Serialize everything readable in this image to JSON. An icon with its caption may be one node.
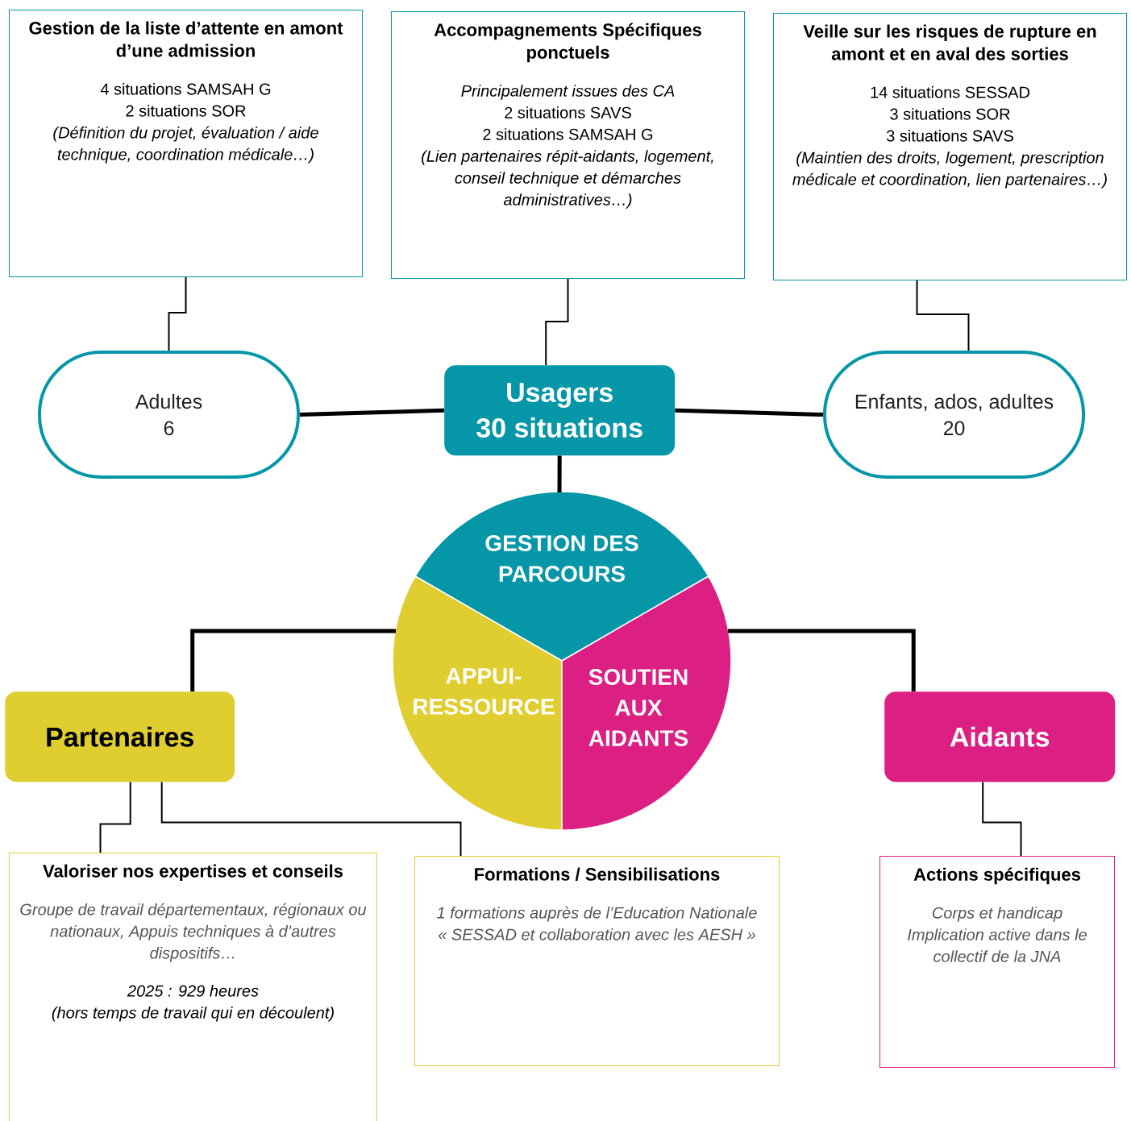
{
  "diagram": {
    "nodes": [
      {
        "text": [
          "Gestion de la liste d’attente en amont d’une admission",
          "4 situations SAMSAH G",
          "2 situations SOR",
          "(Définition du projet, évaluation / aide technique, coordination médicale…)"
        ]
      },
      {
        "text": [
          "Accompagnements Spécifiques ponctuels",
          "Principalement issues des CA",
          "2 situations SAVS",
          "2 situations SAMSAH G",
          "(Lien partenaires répit-aidants, logement, conseil technique et démarches administratives…)"
        ]
      },
      {
        "text": [
          "Veille sur les risques de rupture en amont et en aval des sorties",
          "14 situations SESSAD",
          "3 situations SOR",
          "3 situations SAVS",
          "(Maintien des droits, logement, prescription médicale et coordination, lien partenaires…)"
        ]
      },
      {
        "text": [
          "Adultes",
          "6"
        ]
      },
      {
        "text": [
          "Usagers",
          "30 situations"
        ]
      },
      {
        "text": [
          "Enfants, ados, adultes",
          "20"
        ]
      },
      {
        "text": [
          "GESTION DES PARCOURS"
        ]
      },
      {
        "text": [
          "APPUI-RESSOURCE"
        ]
      },
      {
        "text": [
          "SOUTIEN AUX AIDANTS"
        ]
      },
      {
        "text": [
          "Partenaires"
        ]
      },
      {
        "text": [
          "Aidants"
        ]
      },
      {
        "text": [
          "Valoriser nos expertises et conseils",
          "Groupe de travail départementaux, régionaux ou nationaux, Appuis techniques à d’autres dispositifs…",
          "2025 : 929 heures",
          "(hors temps de travail qui en découlent)"
        ]
      },
      {
        "text": [
          "Formations / Sensibilisations",
          "1 formations auprès de l’Education Nationale",
          "« SESSAD et collaboration avec les AESH »"
        ]
      },
      {
        "text": [
          "Actions spécifiques",
          "Corps et handicap",
          "Implication active dans le collectif de la JNA"
        ]
      }
    ],
    "edges": [
      {
        "from": 0,
        "to": 3,
        "arrow": "none"
      },
      {
        "from": 1,
        "to": 4,
        "arrow": "none"
      },
      {
        "from": 2,
        "to": 5,
        "arrow": "none"
      },
      {
        "from": 3,
        "to": 4,
        "arrow": "none",
        "style": "thick"
      },
      {
        "from": 4,
        "to": 5,
        "arrow": "none",
        "style": "thick"
      },
      {
        "from": 4,
        "to": 6,
        "arrow": "none",
        "style": "thick"
      },
      {
        "from": 7,
        "to": 9,
        "arrow": "none",
        "style": "thick"
      },
      {
        "from": 8,
        "to": 10,
        "arrow": "none",
        "style": "thick"
      },
      {
        "from": 9,
        "to": 11,
        "arrow": "none"
      },
      {
        "from": 9,
        "to": 12,
        "arrow": "none"
      },
      {
        "from": 10,
        "to": 13,
        "arrow": "none"
      }
    ]
  }
}
